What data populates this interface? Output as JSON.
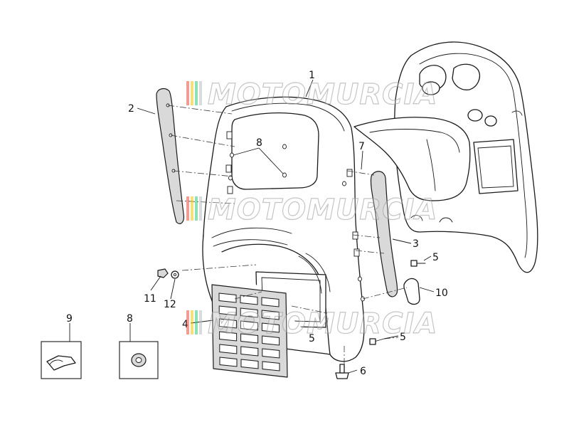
{
  "watermark": {
    "text": "MOTOMURCIA",
    "stripe_colors": [
      "#e74c3c",
      "#f1c40f",
      "#2ecc71",
      "#bdbdbd"
    ]
  },
  "callouts": [
    {
      "id": "1",
      "label": "1"
    },
    {
      "id": "2",
      "label": "2"
    },
    {
      "id": "3",
      "label": "3"
    },
    {
      "id": "4",
      "label": "4"
    },
    {
      "id": "5a",
      "label": "5"
    },
    {
      "id": "5b",
      "label": "5"
    },
    {
      "id": "5c",
      "label": "5"
    },
    {
      "id": "6",
      "label": "6"
    },
    {
      "id": "7",
      "label": "7"
    },
    {
      "id": "8a",
      "label": "8"
    },
    {
      "id": "8b",
      "label": "8"
    },
    {
      "id": "9",
      "label": "9"
    },
    {
      "id": "10",
      "label": "10"
    },
    {
      "id": "11",
      "label": "11"
    },
    {
      "id": "12",
      "label": "12"
    }
  ]
}
